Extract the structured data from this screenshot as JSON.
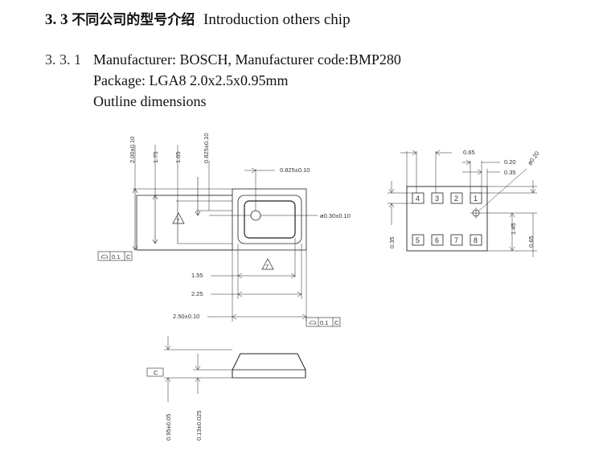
{
  "section": {
    "number": "3. 3",
    "title_cn": "不同公司的型号介绍",
    "title_en": "Introduction others chip"
  },
  "subsection": {
    "number": "3. 3. 1",
    "manufacturer_line": "Manufacturer: BOSCH, Manufacturer code:BMP280",
    "package_line": "Package: LGA8 2.0x2.5x0.95mm",
    "outline_line": "Outline dimensions"
  },
  "drawing": {
    "dims": {
      "d200": "2.00±0.10",
      "d175": "1.75",
      "d105": "1.05",
      "d0825v": "0.825±0.10",
      "d0825h": "0.825±0.10",
      "d030": "ø0.30±0.10",
      "d155": "1.55",
      "d225": "2.25",
      "d250": "2.50±0.10",
      "d065top": "0.65",
      "d020": "0.20",
      "d035top": "0.35",
      "d020diam": "ø0.20",
      "d035left": "0.35",
      "d145": "1.45",
      "d065right": "0.65",
      "d095": "0.95±0.05",
      "d013": "0.13±0.025"
    },
    "tolerance": {
      "value": "0.1",
      "datum": "C"
    },
    "datum_c": "C",
    "marks": {
      "triangle": "7"
    },
    "pins": [
      "4",
      "3",
      "2",
      "1",
      "5",
      "6",
      "7",
      "8"
    ]
  }
}
